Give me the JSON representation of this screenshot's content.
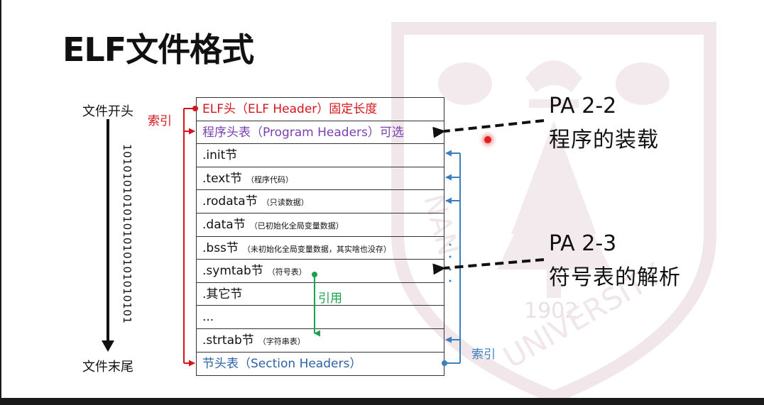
{
  "title": "ELF文件格式",
  "left_labels": {
    "file_start": "文件开头",
    "file_end": "文件末尾"
  },
  "binary_stream": "1010101010101010101010101",
  "index_label_red": "索引",
  "index_label_blue": "索引",
  "reference_label": "引用",
  "rows": [
    {
      "main": "ELF头（ELF Header）固定长度",
      "note": ""
    },
    {
      "main": "程序头表（Program Headers）可选",
      "note": ""
    },
    {
      "main": ".init节",
      "note": ""
    },
    {
      "main": ".text节",
      "note": "（程序代码）"
    },
    {
      "main": ".rodata节",
      "note": "（只读数据）"
    },
    {
      "main": ".data节",
      "note": "（已初始化全局变量数据）"
    },
    {
      "main": ".bss节",
      "note": "（未初始化全局变量数据，其实啥也没存）"
    },
    {
      "main": ".symtab节",
      "note": "（符号表）"
    },
    {
      "main": ".其它节",
      "note": ""
    },
    {
      "main": "...",
      "note": ""
    },
    {
      "main": ".strtab节",
      "note": "（字符串表）"
    },
    {
      "main": "节头表（Section Headers）",
      "note": ""
    }
  ],
  "pa_2_2": {
    "number": "PA 2-2",
    "description": "程序的装载"
  },
  "pa_2_3": {
    "number": "PA 2-3",
    "description": "符号表的解析"
  },
  "watermark": {
    "year": "1902",
    "word_left": "NAN",
    "word_right": "UNIVERSITY"
  },
  "colors": {
    "red": "#d6141b",
    "purple": "#7a3fb0",
    "blue": "#3b7fbf",
    "green": "#1aa34f",
    "watermark": "#f1e7ea"
  }
}
